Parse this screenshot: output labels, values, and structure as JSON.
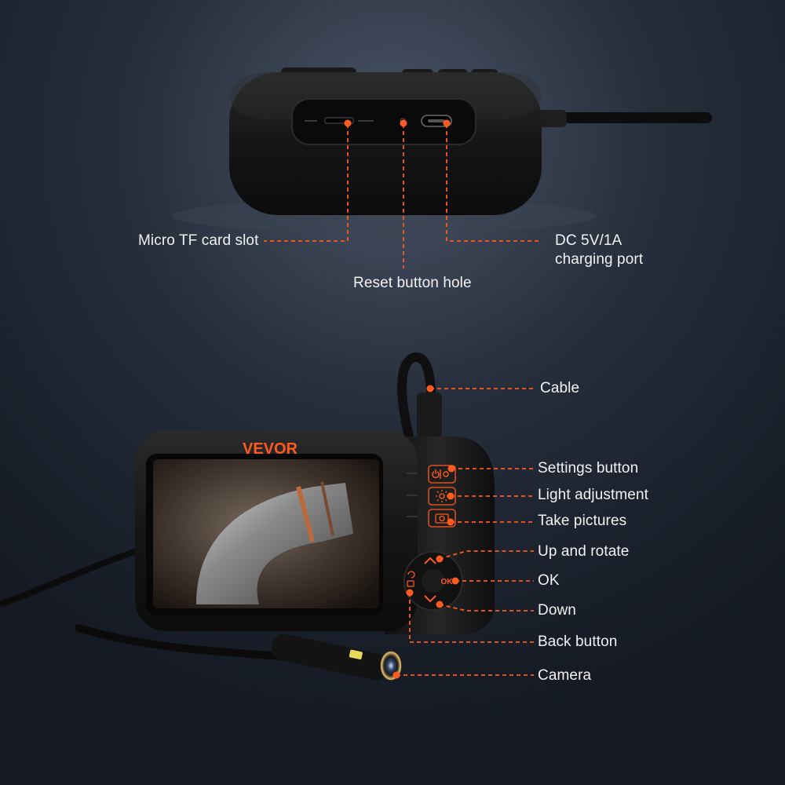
{
  "brand": "VEVOR",
  "colors": {
    "accent": "#ff5a1f",
    "background": "#1b2230",
    "device_body": "#141414",
    "label_text": "#f2f2f2"
  },
  "top_view": {
    "labels": {
      "tf_slot": "Micro TF card slot",
      "reset": "Reset button hole",
      "dc_line1": "DC 5V/1A",
      "dc_line2": "charging port"
    }
  },
  "front_view": {
    "labels": {
      "cable": "Cable",
      "settings": "Settings button",
      "light": "Light adjustment",
      "pictures": "Take pictures",
      "up": "Up and rotate",
      "ok": "OK",
      "down": "Down",
      "back": "Back button",
      "camera": "Camera"
    },
    "button_glyphs": {
      "ok": "OK"
    },
    "icons": [
      "power-settings-icon",
      "light-icon",
      "camera-icon",
      "up-arrow-icon",
      "down-arrow-icon",
      "back-icon"
    ]
  }
}
